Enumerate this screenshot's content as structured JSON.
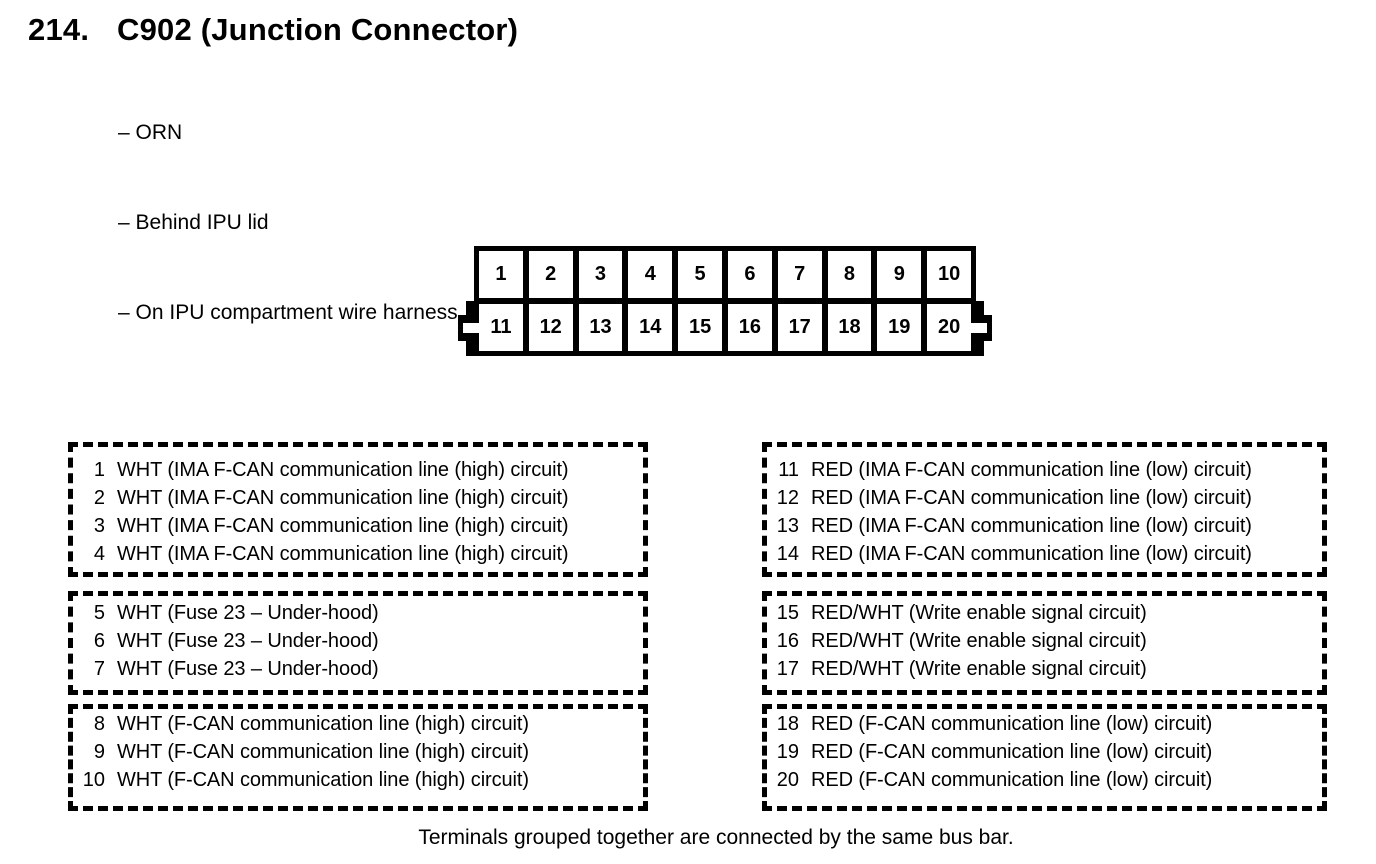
{
  "header": {
    "number": "214.",
    "title": "C902 (Junction Connector)",
    "notes": [
      "– ORN",
      "– Behind IPU lid",
      "– On IPU compartment wire harness"
    ]
  },
  "connector": {
    "pins_top": [
      "1",
      "2",
      "3",
      "4",
      "5",
      "6",
      "7",
      "8",
      "9",
      "10"
    ],
    "pins_bottom": [
      "11",
      "12",
      "13",
      "14",
      "15",
      "16",
      "17",
      "18",
      "19",
      "20"
    ]
  },
  "groups": {
    "left": [
      {
        "rows": [
          {
            "pin": "1",
            "desc": "WHT (IMA F-CAN communication line (high) circuit)"
          },
          {
            "pin": "2",
            "desc": "WHT (IMA F-CAN communication line (high) circuit)"
          },
          {
            "pin": "3",
            "desc": "WHT (IMA F-CAN communication line (high) circuit)"
          },
          {
            "pin": "4",
            "desc": "WHT (IMA F-CAN communication line (high) circuit)"
          }
        ]
      },
      {
        "rows": [
          {
            "pin": "5",
            "desc": "WHT (Fuse 23 – Under-hood)"
          },
          {
            "pin": "6",
            "desc": "WHT (Fuse 23 – Under-hood)"
          },
          {
            "pin": "7",
            "desc": "WHT (Fuse 23 – Under-hood)"
          }
        ]
      },
      {
        "rows": [
          {
            "pin": "8",
            "desc": "WHT (F-CAN communication line (high) circuit)"
          },
          {
            "pin": "9",
            "desc": "WHT (F-CAN communication line (high) circuit)"
          },
          {
            "pin": "10",
            "desc": "WHT (F-CAN communication line (high) circuit)"
          }
        ]
      }
    ],
    "right": [
      {
        "rows": [
          {
            "pin": "11",
            "desc": "RED (IMA F-CAN communication line (low) circuit)"
          },
          {
            "pin": "12",
            "desc": "RED (IMA F-CAN communication line (low) circuit)"
          },
          {
            "pin": "13",
            "desc": "RED (IMA F-CAN communication line (low) circuit)"
          },
          {
            "pin": "14",
            "desc": "RED (IMA F-CAN communication line (low) circuit)"
          }
        ]
      },
      {
        "rows": [
          {
            "pin": "15",
            "desc": "RED/WHT (Write enable signal circuit)"
          },
          {
            "pin": "16",
            "desc": "RED/WHT (Write enable signal circuit)"
          },
          {
            "pin": "17",
            "desc": "RED/WHT (Write enable signal circuit)"
          }
        ]
      },
      {
        "rows": [
          {
            "pin": "18",
            "desc": "RED (F-CAN communication line (low) circuit)"
          },
          {
            "pin": "19",
            "desc": "RED (F-CAN communication line (low) circuit)"
          },
          {
            "pin": "20",
            "desc": "RED (F-CAN communication line (low) circuit)"
          }
        ]
      }
    ]
  },
  "footer": "Terminals grouped together are connected by the same bus bar.",
  "colors": {
    "ink": "#000000",
    "paper": "#ffffff"
  }
}
